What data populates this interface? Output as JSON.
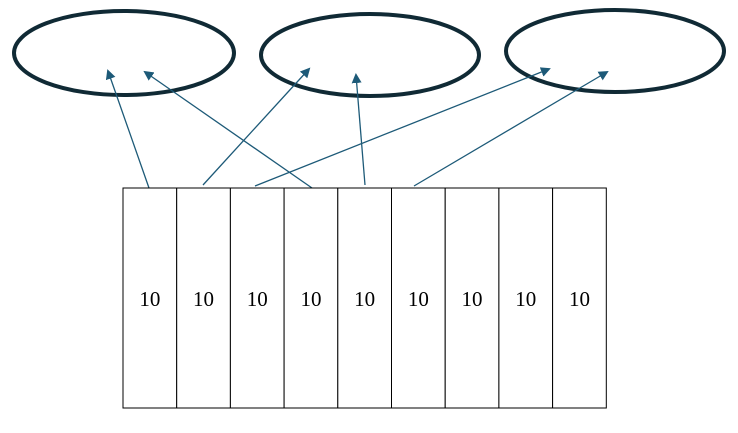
{
  "colors": {
    "ellipse_stroke": "#102a35",
    "arrow": "#1d5a78",
    "cell_border": "#000000",
    "background": "#ffffff"
  },
  "cells": [
    "10",
    "10",
    "10",
    "10",
    "10",
    "10",
    "10",
    "10",
    "10"
  ],
  "groups": [
    {
      "members": [
        0,
        3
      ]
    },
    {
      "members": [
        1,
        4
      ]
    },
    {
      "members": [
        2,
        5
      ]
    }
  ]
}
